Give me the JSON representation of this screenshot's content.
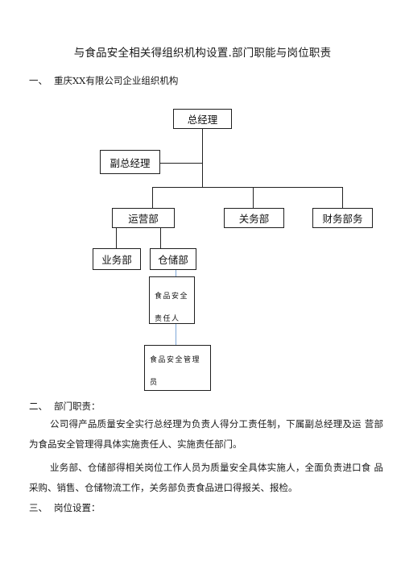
{
  "document": {
    "title": "与食品安全相关得组织机构设置.部门职能与岗位职责",
    "sections": [
      {
        "number": "一、",
        "heading": "重庆XX有限公司企业组织机构"
      },
      {
        "number": "二、",
        "heading": "部门职责："
      },
      {
        "number": "三、",
        "heading": "岗位设置："
      }
    ],
    "paragraphs": [
      "公司得产品质量安全实行总经理为负责人得分工责任制，下属副总经理及运  营部为食品安全管理得具体实施责任人、实施责任部门。",
      "业务部、仓储部得相关岗位工作人员为质量安全具体实施人，全面负责进口食  品采购、销售、仓储物流工作，关务部负责食品进口得报关、报检。"
    ]
  },
  "org_chart": {
    "general_manager": "总经理",
    "deputy_general_manager": "副总经理",
    "operations_dept": "运营部",
    "customs_dept": "关务部",
    "finance_dept": "财务部务",
    "business_dept": "业务部",
    "warehouse_dept": "仓储部",
    "food_safety_officer": "食品安全责任人",
    "food_safety_administrator": "食品安全管理员"
  }
}
